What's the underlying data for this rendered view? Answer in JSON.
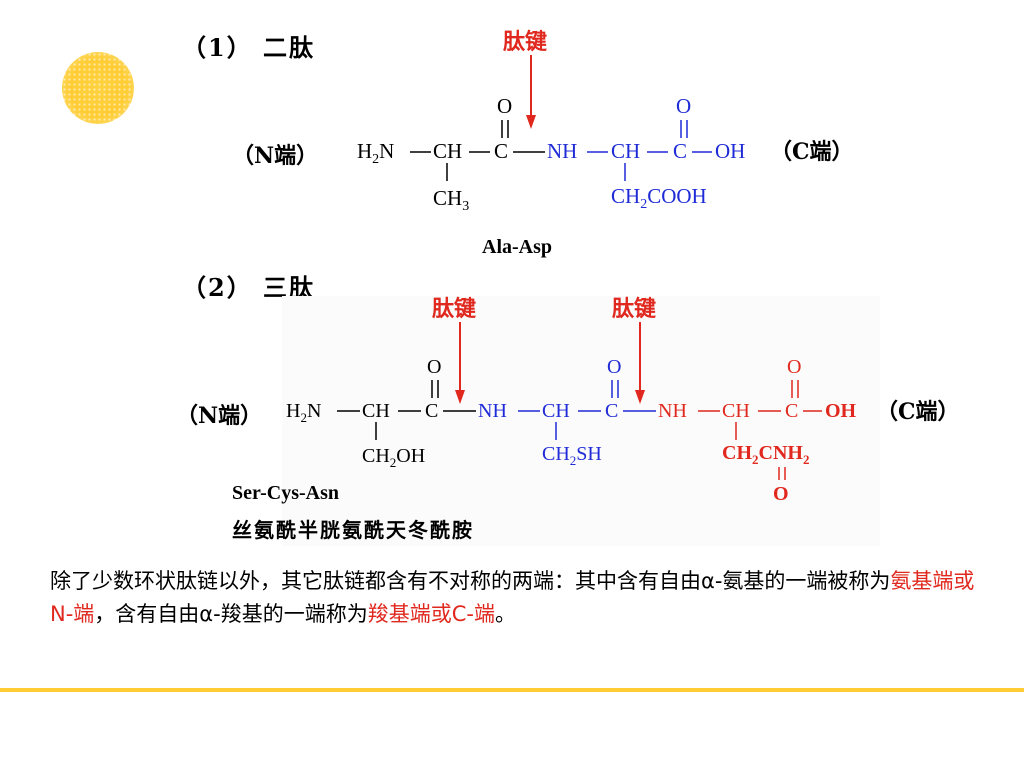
{
  "section1": {
    "heading": "（1） 二肽",
    "bond_label": "肽键",
    "n_end": "（N端）",
    "c_end": "（C端）",
    "name": "Ala-Asp"
  },
  "section2": {
    "heading": "（2） 三肽",
    "bond_label_1": "肽键",
    "bond_label_2": "肽键",
    "n_end": "（N端）",
    "c_end": "（C端）",
    "name": "Ser-Cys-Asn",
    "chinese_name": "丝氨酰半胱氨酰天冬酰胺"
  },
  "paragraph": {
    "part1": "除了少数环状肽链以外，其它肽链都含有不对称的两端：其中含有自由α-氨基的一端被称为",
    "red1": "氨基端或N-端",
    "part2": "，含有自由α-羧基的一端称为",
    "red2": "羧基端或C-端",
    "part3": "。"
  },
  "colors": {
    "accent_red": "#e0281e",
    "accent_blue": "#1f2bd6",
    "divider_yellow": "#ffcc33"
  }
}
